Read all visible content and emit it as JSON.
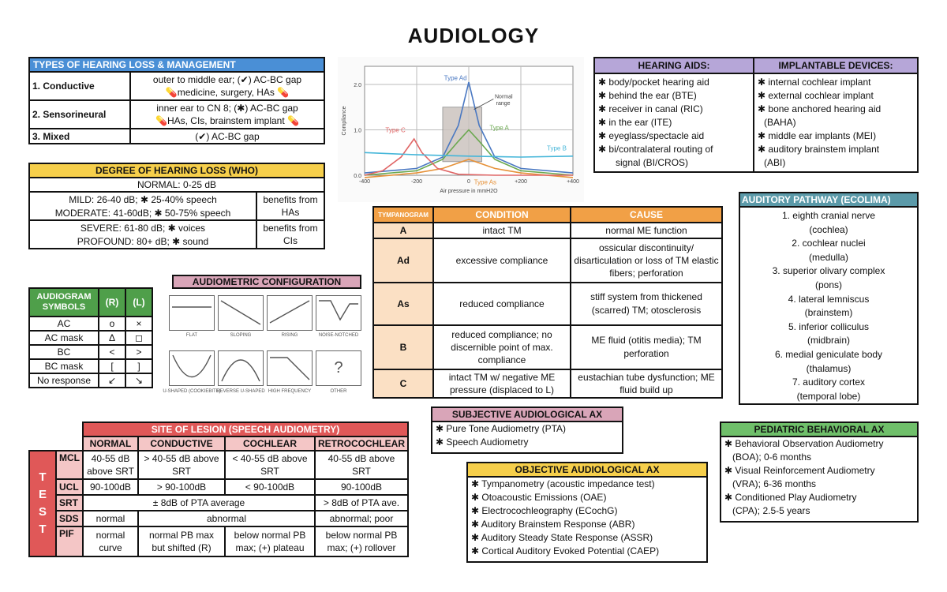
{
  "title": "AUDIOLOGY",
  "types": {
    "header": "TYPES OF HEARING LOSS & MANAGEMENT",
    "rows": [
      {
        "name": "1. Conductive",
        "line1": "outer to middle ear; (✔) AC-BC gap",
        "line2": "💊medicine, surgery, HAs 💊"
      },
      {
        "name": "2. Sensorineural",
        "line1": "inner ear to CN 8; (✱) AC-BC gap",
        "line2": "💊HAs, CIs, brainstem implant 💊"
      },
      {
        "name": "3. Mixed",
        "line1": "(✔) AC-BC gap",
        "line2": ""
      }
    ]
  },
  "degree": {
    "header": "DEGREE OF HEARING LOSS (WHO)",
    "normal": "NORMAL: 0-25 dB",
    "mild": "MILD: 26-40 dB; ✱ 25-40% speech",
    "moderate": "MODERATE: 41-60dB; ✱ 50-75% speech",
    "benefit1": "benefits from HAs",
    "severe": "SEVERE: 61-80 dB; ✱ voices",
    "profound": "PROFOUND: 80+ dB; ✱ sound",
    "benefit2": "benefits from CIs"
  },
  "symbols": {
    "header": "AUDIOGRAM SYMBOLS",
    "col_r": "(R)",
    "col_l": "(L)",
    "rows": [
      {
        "name": "AC",
        "r": "o",
        "l": "×"
      },
      {
        "name": "AC mask",
        "r": "Δ",
        "l": "◻"
      },
      {
        "name": "BC",
        "r": "<",
        "l": ">"
      },
      {
        "name": "BC mask",
        "r": "[",
        "l": "]"
      },
      {
        "name": "No response",
        "r": "↙",
        "l": "↘"
      }
    ]
  },
  "config": {
    "header": "AUDIOMETRIC CONFIGURATION",
    "labels": [
      "FLAT",
      "SLOPING",
      "RISING",
      "NOISE-NOTCHED",
      "U-SHAPED (COOKIEBITE)",
      "REVERSE U-SHAPED",
      "HIGH FREQUENCY",
      "OTHER"
    ],
    "other_mark": "?"
  },
  "chart_data": {
    "type": "line",
    "xlabel": "Air pressure in mmH2O",
    "ylabel": "Compliance",
    "xlim": [
      -400,
      400
    ],
    "ylim": [
      0,
      2.4
    ],
    "xticks": [
      "-400",
      "-200",
      "0",
      "+200",
      "+400"
    ],
    "yticks": [
      "0.0",
      "1.0",
      "2.0"
    ],
    "normal_range_label": [
      "Normal",
      "range"
    ],
    "series": [
      {
        "name": "Type Ad",
        "color": "#4a78c2",
        "points": [
          [
            -400,
            0.05
          ],
          [
            -200,
            0.15
          ],
          [
            -100,
            0.4
          ],
          [
            -40,
            1.1
          ],
          [
            0,
            2.05
          ],
          [
            40,
            1.1
          ],
          [
            100,
            0.4
          ],
          [
            200,
            0.15
          ],
          [
            400,
            0.05
          ]
        ]
      },
      {
        "name": "Type A",
        "color": "#6aa84f",
        "points": [
          [
            -400,
            0.0
          ],
          [
            -200,
            0.1
          ],
          [
            -100,
            0.35
          ],
          [
            -40,
            0.75
          ],
          [
            0,
            1.0
          ],
          [
            40,
            0.75
          ],
          [
            100,
            0.35
          ],
          [
            200,
            0.1
          ],
          [
            400,
            0.0
          ]
        ]
      },
      {
        "name": "Type As",
        "color": "#e69138",
        "points": [
          [
            -400,
            -0.05
          ],
          [
            -200,
            0.05
          ],
          [
            -100,
            0.15
          ],
          [
            0,
            0.35
          ],
          [
            100,
            0.15
          ],
          [
            200,
            0.05
          ],
          [
            400,
            -0.05
          ]
        ]
      },
      {
        "name": "Type C",
        "color": "#e06666",
        "points": [
          [
            -400,
            0.0
          ],
          [
            -330,
            0.1
          ],
          [
            -260,
            0.4
          ],
          [
            -210,
            0.8
          ],
          [
            -180,
            0.5
          ],
          [
            -120,
            0.15
          ],
          [
            -40,
            0.02
          ],
          [
            100,
            0.0
          ],
          [
            400,
            0.0
          ]
        ]
      },
      {
        "name": "Type B",
        "color": "#45b6d9",
        "points": [
          [
            -400,
            0.5
          ],
          [
            -200,
            0.45
          ],
          [
            0,
            0.42
          ],
          [
            200,
            0.4
          ],
          [
            400,
            0.42
          ]
        ]
      }
    ]
  },
  "tymp": {
    "headers": [
      "TYMPANOGRAM",
      "CONDITION",
      "CAUSE"
    ],
    "rows": [
      {
        "type": "A",
        "condition": "intact TM",
        "cause": "normal ME function"
      },
      {
        "type": "Ad",
        "condition": "excessive compliance",
        "cause": "ossicular discontinuity/ disarticulation or loss of TM elastic fibers; perforation"
      },
      {
        "type": "As",
        "condition": "reduced compliance",
        "cause": "stiff system from thickened (scarred) TM; otosclerosis"
      },
      {
        "type": "B",
        "condition": "reduced compliance; no discernible point of max. compliance",
        "cause": "ME fluid (otitis media); TM perforation"
      },
      {
        "type": "C",
        "condition": "intact TM w/ negative ME pressure (displaced to L)",
        "cause": "eustachian tube dysfunction; ME fluid build up"
      }
    ]
  },
  "aids": {
    "header_left": "HEARING AIDS:",
    "header_right": "IMPLANTABLE DEVICES:",
    "left": [
      "✱ body/pocket hearing aid",
      "✱ behind the ear (BTE)",
      "✱ receiver in canal (RIC)",
      "✱ in the ear (ITE)",
      "✱ eyeglass/spectacle aid",
      "✱ bi/contralateral routing of",
      "signal (BI/CROS)"
    ],
    "right": [
      "✱ internal cochlear implant",
      "✱ external cochlear implant",
      "✱ bone anchored hearing aid",
      "(BAHA)",
      "✱ middle ear implants (MEI)",
      "✱ auditory brainstem implant",
      "(ABI)"
    ]
  },
  "pathway": {
    "header": "AUDITORY PATHWAY (ECOLIMA)",
    "lines": [
      "1. eighth cranial nerve",
      "(cochlea)",
      "2. cochlear nuclei",
      "(medulla)",
      "3. superior olivary complex",
      "(pons)",
      "4. lateral lemniscus",
      "(brainstem)",
      "5. inferior colliculus",
      "(midbrain)",
      "6. medial geniculate body",
      "(thalamus)",
      "7. auditory cortex",
      "(temporal lobe)"
    ]
  },
  "lesion": {
    "header": "SITE OF LESION (SPEECH AUDIOMETRY)",
    "cols": [
      "NORMAL",
      "CONDUCTIVE",
      "COCHLEAR",
      "RETROCOCHLEAR"
    ],
    "side": [
      "T",
      "E",
      "S",
      "T"
    ],
    "rows": [
      {
        "label": "MCL",
        "normal": "40-55 dB above SRT",
        "conductive": "> 40-55 dB above SRT",
        "cochlear": "< 40-55 dB above SRT",
        "retro": "40-55 dB above SRT"
      },
      {
        "label": "UCL",
        "normal": "90-100dB",
        "conductive": "> 90-100dB",
        "cochlear": "< 90-100dB",
        "retro": "90-100dB"
      },
      {
        "label": "SRT",
        "span3": "± 8dB of PTA average",
        "retro": "> 8dB of PTA ave."
      },
      {
        "label": "SDS",
        "normal": "normal",
        "span2": "abnormal",
        "retro": "abnormal; poor"
      },
      {
        "label": "PIF",
        "normal": "normal curve",
        "conductive": "normal PB max but shifted (R)",
        "cochlear": "below normal PB max; (+) plateau",
        "retro": "below normal PB max; (+) rollover"
      }
    ]
  },
  "subjective": {
    "header": "SUBJECTIVE AUDIOLOGICAL AX",
    "items": [
      "✱ Pure Tone Audiometry (PTA)",
      "✱ Speech Audiometry"
    ]
  },
  "objective": {
    "header": "OBJECTIVE AUDIOLOGICAL AX",
    "items": [
      "✱ Tympanometry (acoustic impedance test)",
      "✱ Otoacoustic Emissions (OAE)",
      "✱ Electrocochleography (ECochG)",
      "✱ Auditory Brainstem Response (ABR)",
      "✱ Auditory Steady State Response (ASSR)",
      "✱ Cortical Auditory Evoked Potential (CAEP)"
    ]
  },
  "pediatric": {
    "header": "PEDIATRIC BEHAVIORAL AX",
    "lines": [
      "✱ Behavioral Observation Audiometry",
      "(BOA); 0-6 months",
      "✱ Visual Reinforcement Audiometry",
      "(VRA); 6-36 months",
      "✱ Conditioned Play Audiometry",
      "(CPA); 2.5-5 years"
    ]
  },
  "colors": {
    "blue": "#4a8fd6",
    "yellow": "#f6cf4b",
    "green": "#4f9f4a",
    "pink": "#d9a5b8",
    "orange": "#f1a046",
    "orange_light": "#fbe0c4",
    "purple": "#b6a6d8",
    "teal": "#5b9aa9",
    "red": "#e05858",
    "red_light": "#f4c6c6",
    "green2": "#6fbf6a"
  }
}
